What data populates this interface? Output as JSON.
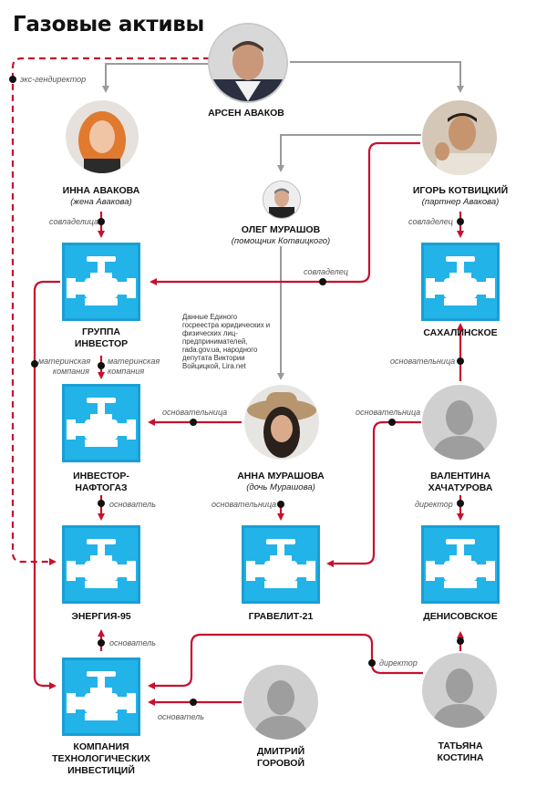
{
  "title": "Газовые активы",
  "people": {
    "avakov": {
      "name": "АРСЕН АВАКОВ"
    },
    "inna": {
      "name": "ИННА АВАКОВА",
      "role": "(жена Авакова)"
    },
    "kotvitsky": {
      "name": "ИГОРЬ КОТВИЦКИЙ",
      "role": "(партнер Авакова)"
    },
    "murashov": {
      "name": "ОЛЕГ МУРАШОВ",
      "role": "(помощник Котвицкого)"
    },
    "anna": {
      "name": "АННА МУРАШОВА",
      "role": "(дочь Мурашова)"
    },
    "valentina": {
      "name_line1": "ВАЛЕНТИНА",
      "name_line2": "ХАЧАТУРОВА"
    },
    "dmitry": {
      "name_line1": "ДМИТРИЙ",
      "name_line2": "ГОРОВОЙ"
    },
    "tatiana": {
      "name_line1": "ТАТЬЯНА",
      "name_line2": "КОСТИНА"
    }
  },
  "companies": {
    "investor": {
      "line1": "ГРУППА",
      "line2": "ИНВЕСТОР"
    },
    "sakhalin": {
      "line1": "САХАЛИНСКОЕ"
    },
    "investor_naftogaz": {
      "line1": "ИНВЕСТОР-",
      "line2": "НАФТОГАЗ"
    },
    "energy95": {
      "line1": "ЭНЕРГИЯ-95"
    },
    "gravelit": {
      "line1": "ГРАВЕЛИТ-21"
    },
    "denisovskoe": {
      "line1": "ДЕНИСОВСКОЕ"
    },
    "kti": {
      "line1": "КОМПАНИЯ",
      "line2": "ТЕХНОЛОГИЧЕСКИХ",
      "line3": "ИНВЕСТИЦИЙ"
    }
  },
  "relations": {
    "ex_director": "экс-гендиректор",
    "co_owner_f": "совладелица",
    "co_owner_m": "совладелец",
    "co_owner_m2": "совладелец",
    "parent_left": "материнская компания",
    "parent_right": "материнская компания",
    "founder_f_anna": "основательница",
    "founder_f_valentina": "основательница",
    "founder_f_sakhalin": "основательница",
    "founder_f_gravelit": "основательница",
    "founder_energy": "основатель",
    "director_valentina": "директор",
    "founder_energy_kti": "основатель",
    "director_tatiana": "директор",
    "founder_dmitry": "основатель"
  },
  "source_note": "Данные Единого госреестра юридических и физических лиц-предпринимателей, rada.gov.ua, народного депутата Виктории Войцицкой, Lira.net",
  "colors": {
    "accent": "#c8102e",
    "company_box": "#22b3e8",
    "connector_gray": "#9a9a9a"
  },
  "icons": {
    "company": "gas-valve-icon",
    "person_unknown": "silhouette-icon"
  }
}
